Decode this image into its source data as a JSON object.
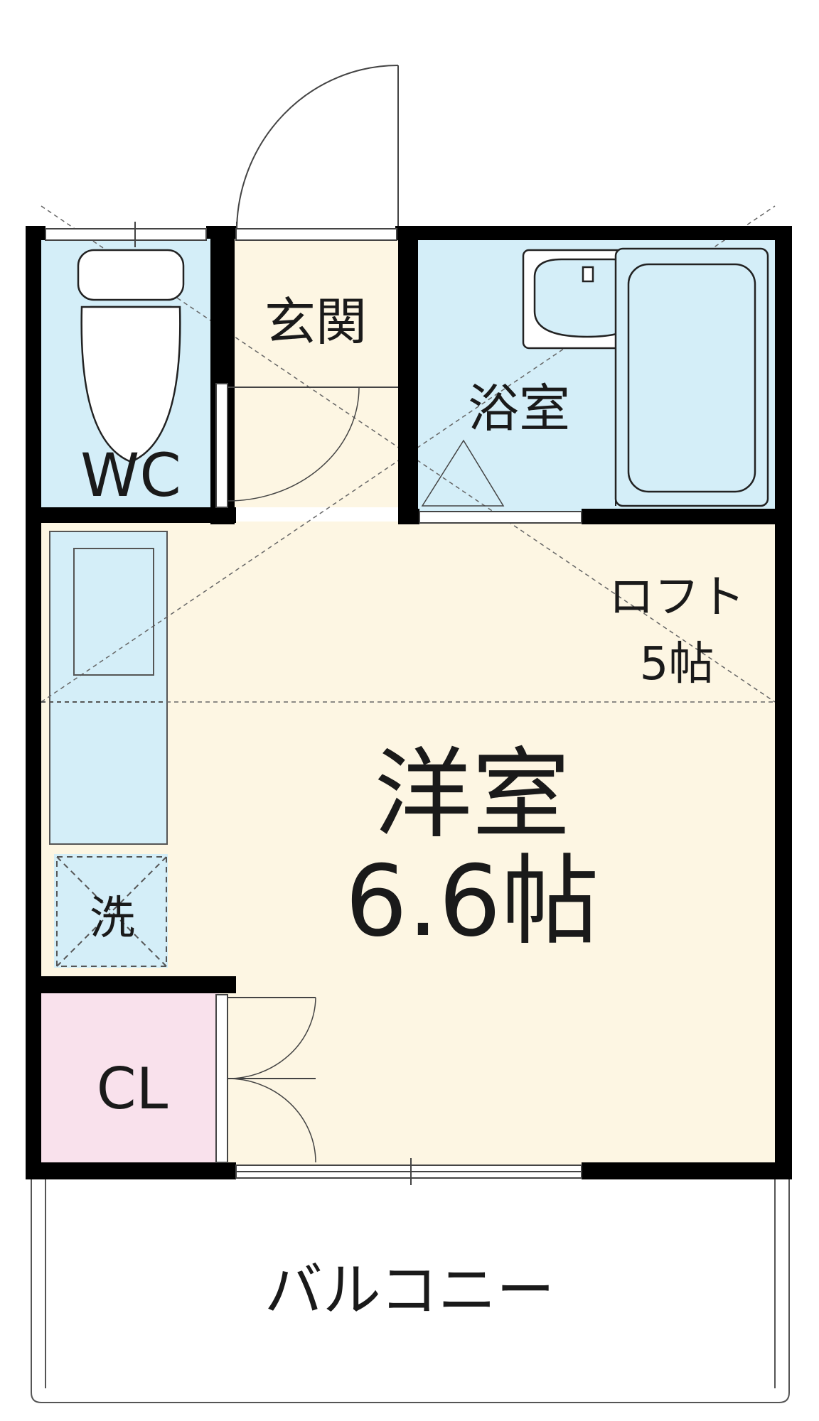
{
  "rooms": {
    "wc": {
      "label": "WC"
    },
    "genkan": {
      "label": "玄関"
    },
    "bath": {
      "label": "浴室"
    },
    "loft": {
      "label": "ロフト",
      "size": "5帖"
    },
    "western": {
      "label": "洋室",
      "size": "6.6帖"
    },
    "laundry": {
      "label": "洗"
    },
    "closet": {
      "label": "CL"
    },
    "balcony": {
      "label": "バルコニー"
    }
  },
  "colors": {
    "wet_area": "#d4eef8",
    "living_floor": "#fdf6e3",
    "closet_floor": "#f9e1ec",
    "wall": "#000000"
  }
}
